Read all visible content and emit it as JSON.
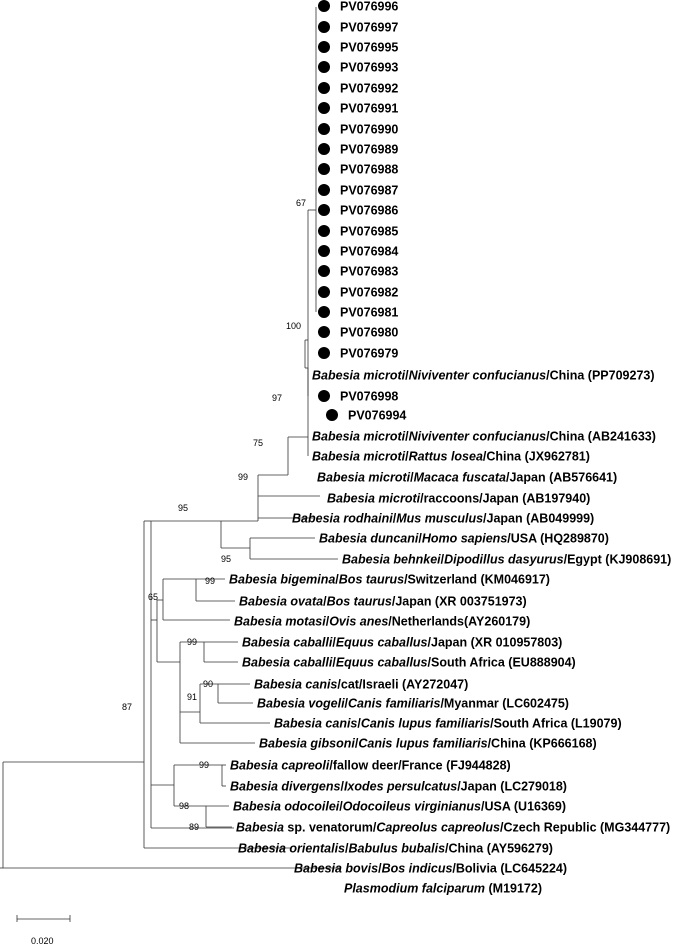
{
  "bootstrap": [
    "67",
    "100",
    "97",
    "75",
    "99",
    "95",
    "95",
    "99",
    "65",
    "99",
    "90",
    "91",
    "99",
    "98",
    "89",
    "87"
  ],
  "leaves": [
    {
      "id": "PV076996",
      "marker": true
    },
    {
      "id": "PV076997",
      "marker": true
    },
    {
      "id": "PV076995",
      "marker": true
    },
    {
      "id": "PV076993",
      "marker": true
    },
    {
      "id": "PV076992",
      "marker": true
    },
    {
      "id": "PV076991",
      "marker": true
    },
    {
      "id": "PV076990",
      "marker": true
    },
    {
      "id": "PV076989",
      "marker": true
    },
    {
      "id": "PV076988",
      "marker": true
    },
    {
      "id": "PV076987",
      "marker": true
    },
    {
      "id": "PV076986",
      "marker": true
    },
    {
      "id": "PV076985",
      "marker": true
    },
    {
      "id": "PV076984",
      "marker": true
    },
    {
      "id": "PV076983",
      "marker": true
    },
    {
      "id": "PV076982",
      "marker": true
    },
    {
      "id": "PV076981",
      "marker": true
    },
    {
      "id": "PV076980",
      "marker": true
    },
    {
      "id": "PV076979",
      "marker": true
    },
    {
      "id": "Babesia microti/Niviventer confucianus/China (PP709273)",
      "marker": false,
      "parts": [
        [
          "Babesia microti",
          true
        ],
        [
          "/",
          false
        ],
        [
          "Niviventer confucianus",
          true
        ],
        [
          "/China (PP709273)",
          false
        ]
      ]
    },
    {
      "id": "PV076998",
      "marker": true
    },
    {
      "id": "PV076994",
      "marker": true
    },
    {
      "id": "Babesia microti/Niviventer confucianus/China (AB241633)",
      "marker": false,
      "parts": [
        [
          "Babesia microti",
          true
        ],
        [
          "/",
          false
        ],
        [
          "Niviventer confucianus",
          true
        ],
        [
          "/China (AB241633)",
          false
        ]
      ]
    },
    {
      "id": "Babesia microti/Rattus losea/China (JX962781)",
      "marker": false,
      "parts": [
        [
          "Babesia microti",
          true
        ],
        [
          "/",
          false
        ],
        [
          "Rattus losea",
          true
        ],
        [
          "/China (JX962781)",
          false
        ]
      ]
    },
    {
      "id": "Babesia microti/Macaca fuscata/Japan (AB576641)",
      "marker": false,
      "parts": [
        [
          "Babesia microti",
          true
        ],
        [
          "/",
          false
        ],
        [
          "Macaca fuscata",
          true
        ],
        [
          "/Japan (AB576641)",
          false
        ]
      ]
    },
    {
      "id": "Babesia microti/raccoons/Japan (AB197940)",
      "marker": false,
      "parts": [
        [
          "Babesia microti",
          true
        ],
        [
          "/raccoons/Japan (AB197940)",
          false
        ]
      ]
    },
    {
      "id": "Babesia rodhaini/Mus musculus/Japan (AB049999)",
      "marker": false,
      "parts": [
        [
          "Babesia rodhaini",
          true
        ],
        [
          "/",
          false
        ],
        [
          "Mus musculus",
          true
        ],
        [
          "/Japan (AB049999)",
          false
        ]
      ]
    },
    {
      "id": "Babesia duncani/Homo sapiens/USA (HQ289870)",
      "marker": false,
      "parts": [
        [
          "Babesia duncani",
          true
        ],
        [
          "/",
          false
        ],
        [
          "Homo sapiens",
          true
        ],
        [
          "/USA (HQ289870)",
          false
        ]
      ]
    },
    {
      "id": "Babesia behnkei/Dipodillus dasyurus/Egypt (KJ908691)",
      "marker": false,
      "parts": [
        [
          "Babesia behnkei",
          true
        ],
        [
          "/",
          false
        ],
        [
          "Dipodillus dasyurus",
          true
        ],
        [
          "/Egypt (KJ908691)",
          false
        ]
      ]
    },
    {
      "id": "Babesia bigemina/Bos taurus/Switzerland (KM046917)",
      "marker": false,
      "parts": [
        [
          "Babesia bigemina",
          true
        ],
        [
          "/",
          false
        ],
        [
          "Bos taurus",
          true
        ],
        [
          "/Switzerland (KM046917)",
          false
        ]
      ]
    },
    {
      "id": "Babesia ovata/Bos taurus/Japan (XR 003751973)",
      "marker": false,
      "parts": [
        [
          "Babesia ovata",
          true
        ],
        [
          "/",
          false
        ],
        [
          "Bos taurus",
          true
        ],
        [
          "/Japan (XR 003751973)",
          false
        ]
      ]
    },
    {
      "id": "Babesia motasi/Ovis anes/Netherlands(AY260179)",
      "marker": false,
      "parts": [
        [
          "Babesia motasi",
          true
        ],
        [
          "/",
          false
        ],
        [
          "Ovis anes",
          true
        ],
        [
          "/Netherlands(AY260179)",
          false
        ]
      ]
    },
    {
      "id": "Babesia caballi/Equus caballus/Japan (XR 010957803)",
      "marker": false,
      "parts": [
        [
          "Babesia caballi",
          true
        ],
        [
          "/",
          false
        ],
        [
          "Equus caballus",
          true
        ],
        [
          "/Japan (XR 010957803)",
          false
        ]
      ]
    },
    {
      "id": "Babesia caballi/Equus caballus/South Africa (EU888904)",
      "marker": false,
      "parts": [
        [
          "Babesia caballi",
          true
        ],
        [
          "/",
          false
        ],
        [
          "Equus caballus",
          true
        ],
        [
          "/South Africa (EU888904)",
          false
        ]
      ]
    },
    {
      "id": "Babesia canis/cat/Israeli (AY272047)",
      "marker": false,
      "parts": [
        [
          "Babesia canis",
          true
        ],
        [
          "/cat/Israeli (AY272047)",
          false
        ]
      ]
    },
    {
      "id": "Babesia vogeli/Canis familiaris/Myanmar (LC602475)",
      "marker": false,
      "parts": [
        [
          "Babesia vogeli",
          true
        ],
        [
          "/",
          false
        ],
        [
          "Canis familiaris",
          true
        ],
        [
          "/Myanmar (LC602475)",
          false
        ]
      ]
    },
    {
      "id": "Babesia canis/Canis lupus familiaris/South Africa (L19079)",
      "marker": false,
      "parts": [
        [
          "Babesia canis",
          true
        ],
        [
          "/",
          false
        ],
        [
          "Canis lupus familiaris",
          true
        ],
        [
          "/South Africa (L19079)",
          false
        ]
      ]
    },
    {
      "id": "Babesia gibsoni/Canis lupus familiaris/China (KP666168)",
      "marker": false,
      "parts": [
        [
          "Babesia gibsoni",
          true
        ],
        [
          "/",
          false
        ],
        [
          "Canis lupus familiaris",
          true
        ],
        [
          "/China (KP666168)",
          false
        ]
      ]
    },
    {
      "id": "Babesia capreoli/fallow deer/France (FJ944828)",
      "marker": false,
      "parts": [
        [
          "Babesia capreoli",
          true
        ],
        [
          "/fallow deer/France (FJ944828)",
          false
        ]
      ]
    },
    {
      "id": "Babesia divergens/Ixodes persulcatus/Japan (LC279018)",
      "marker": false,
      "parts": [
        [
          "Babesia divergens",
          true
        ],
        [
          "/",
          false
        ],
        [
          "Ixodes persulcatus",
          true
        ],
        [
          "/Japan (LC279018)",
          false
        ]
      ]
    },
    {
      "id": "Babesia odocoilei/Odocoileus virginianus/USA (U16369)",
      "marker": false,
      "parts": [
        [
          "Babesia odocoilei",
          true
        ],
        [
          "/",
          false
        ],
        [
          "Odocoileus virginianus",
          true
        ],
        [
          "/USA (U16369)",
          false
        ]
      ]
    },
    {
      "id": "Babesia sp. venatorum/Capreolus capreolus/Czech Republic (MG344777)",
      "marker": false,
      "parts": [
        [
          "Babesia",
          true
        ],
        [
          " sp. venatorum/",
          false
        ],
        [
          "Capreolus capreolus",
          true
        ],
        [
          "/Czech Republic (MG344777)",
          false
        ]
      ]
    },
    {
      "id": "Babesia orientalis/Babulus bubalis/China (AY596279)",
      "marker": false,
      "parts": [
        [
          "Babesia orientalis",
          true
        ],
        [
          "/",
          false
        ],
        [
          "Babulus bubalis",
          true
        ],
        [
          "/China (AY596279)",
          false
        ]
      ]
    },
    {
      "id": "Babesia bovis/Bos indicus/Bolivia (LC645224)",
      "marker": false,
      "parts": [
        [
          "Babesia bovis",
          true
        ],
        [
          "/",
          false
        ],
        [
          "Bos indicus",
          true
        ],
        [
          "/Bolivia (LC645224)",
          false
        ]
      ]
    },
    {
      "id": "Plasmodium falciparum (M19172)",
      "marker": false,
      "parts": [
        [
          "Plasmodium falciparum",
          true
        ],
        [
          " (M19172)",
          false
        ]
      ]
    }
  ],
  "scale_bar": {
    "label": "0.020"
  }
}
